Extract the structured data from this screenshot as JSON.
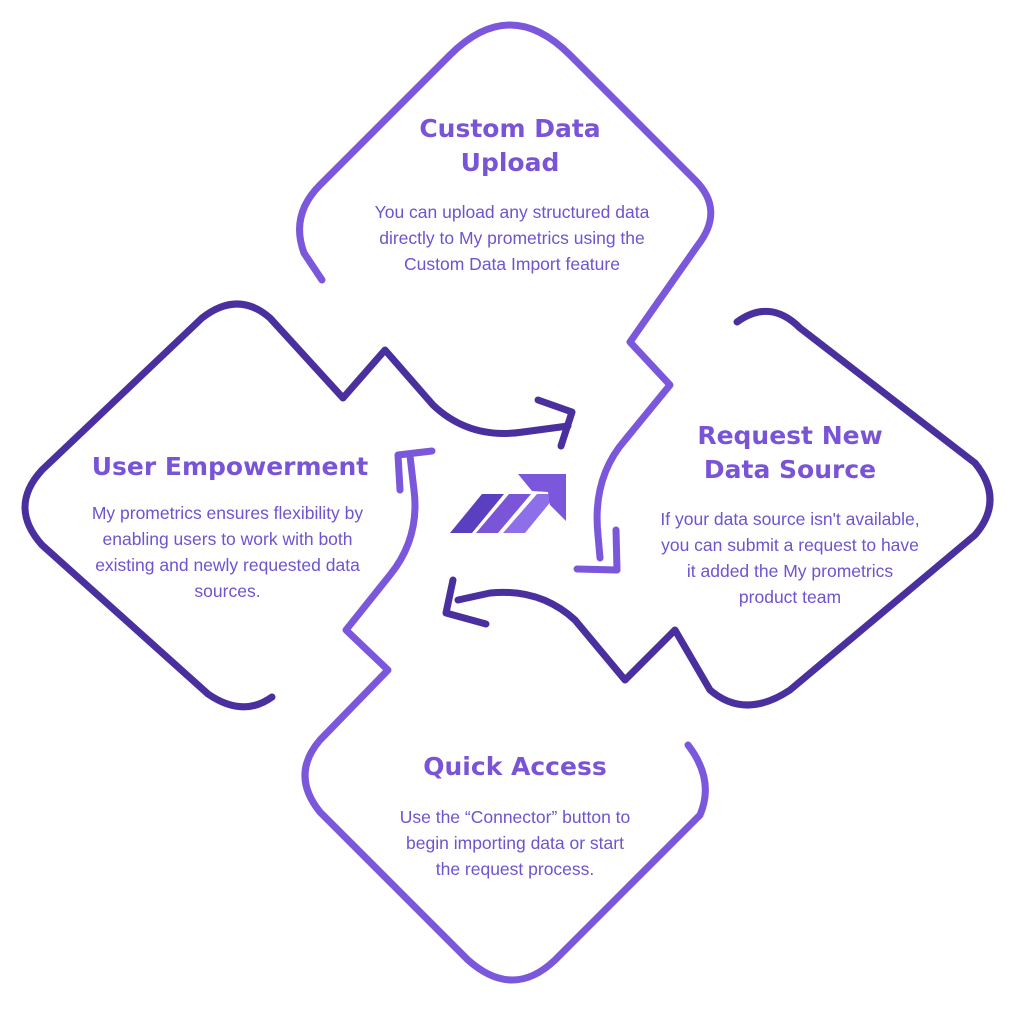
{
  "nodes": {
    "top": {
      "title": "Custom Data\nUpload",
      "description": "You can upload any structured data\ndirectly to  My prometrics using the\nCustom Data Import feature"
    },
    "right": {
      "title": "Request New\nData Source",
      "description": "If your data source isn't available,\nyou can submit a request to have\nit added the My prometrics\nproduct team"
    },
    "left": {
      "title": "User Empowerment",
      "description": "My prometrics ensures flexibility by\nenabling users to work with both\nexisting and newly requested data\nsources."
    },
    "bottom": {
      "title": "Quick Access",
      "description": "Use the “Connector” button to\nbegin importing data or start\nthe request process."
    }
  },
  "colors": {
    "light_purple": "#7b57dc",
    "dark_purple": "#4a2f9e",
    "logo_light": "#8a6ae6",
    "logo_dark": "#5a3fc0"
  },
  "icons": {
    "center_logo": "prometrics-arrow-logo"
  }
}
